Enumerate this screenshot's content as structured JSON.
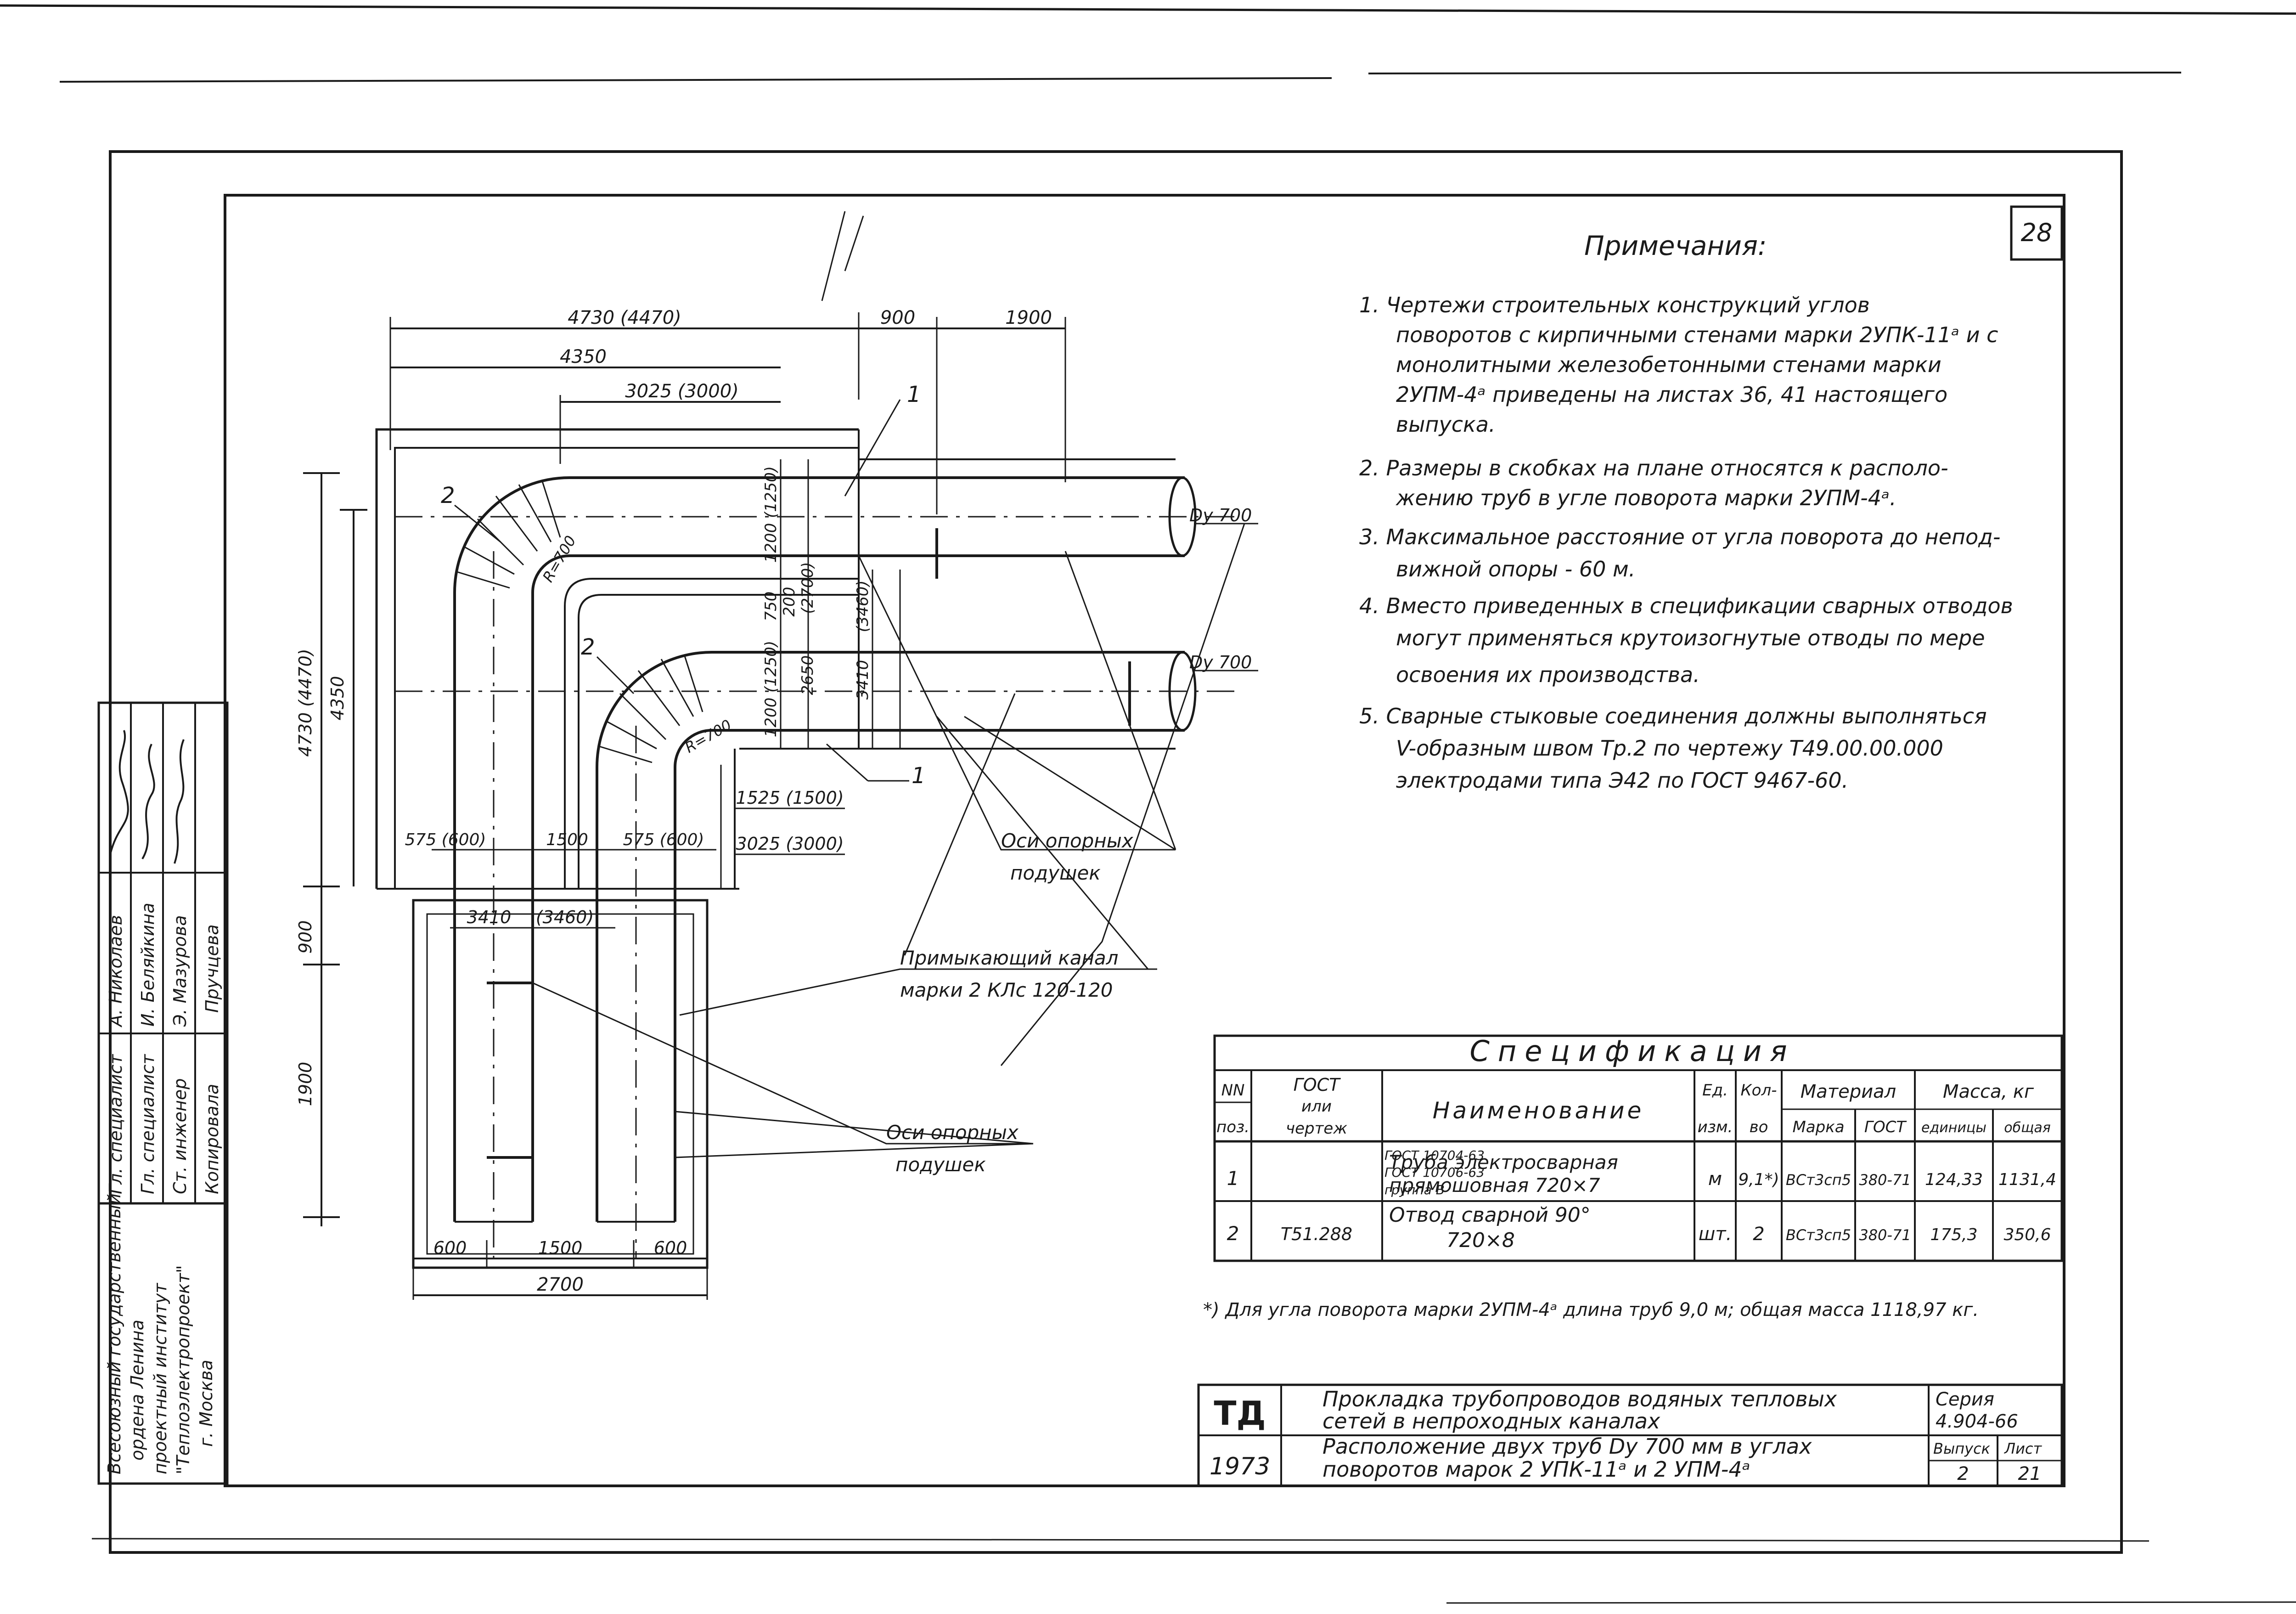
{
  "sheet_corner_number": "28",
  "notes": {
    "title": "Примечания:",
    "items": [
      [
        "1. Чертежи строительных конструкций углов",
        "поворотов с кирпичными стенами марки 2УПК-11ᵃ и с",
        "монолитными железобетонными стенами марки",
        "2УПМ-4ᵃ приведены на листах 36, 41 настоящего",
        "выпуска."
      ],
      [
        "2. Размеры в скобках на плане относятся к располо-",
        "жению труб в угле поворота марки 2УПМ-4ᵃ."
      ],
      [
        "3. Максимальное расстояние от угла поворота до непод-",
        "вижной опоры - 60 м."
      ],
      [
        "4. Вместо приведенных в спецификации сварных отводов",
        "могут применяться крутоизогнутые отводы по мере",
        "освоения их производства."
      ],
      [
        "5. Сварные стыковые соединения должны выполняться",
        "V-образным швом Тр.2 по чертежу Т49.00.00.000",
        "электродами типа Э42 по ГОСТ 9467-60."
      ]
    ]
  },
  "plan": {
    "dims_top": [
      "4730 (4470)",
      "4350",
      "3025 (3000)",
      "900",
      "1900"
    ],
    "dims_left": [
      "4730 (4470)",
      "4350",
      "900",
      "1900"
    ],
    "dims_inner": [
      "1200 (1250)",
      "750",
      "200",
      "(2700)",
      "(3460)",
      "3410",
      "1200 (1250)",
      "2650",
      "1525 (1500)",
      "3025 (3000)",
      "575 (600)",
      "1500",
      "575 (600)",
      "3410",
      "(3460)"
    ],
    "dims_bottom": [
      "600",
      "1500",
      "600",
      "2700"
    ],
    "radius_labels": [
      "R=700",
      "R=700"
    ],
    "pipe_labels": [
      "Dу 700",
      "Dу 700"
    ],
    "callouts": [
      "1",
      "2",
      "2",
      "1"
    ],
    "leaders": {
      "axis_cushions_1": [
        "Оси опорных",
        "подушек"
      ],
      "channel": [
        "Примыкающий канал",
        "марки 2 КЛс 120-120"
      ],
      "axis_cushions_2": [
        "Оси опорных",
        "подушек"
      ]
    }
  },
  "spec": {
    "title": "Спецификация",
    "headers": {
      "nn": "NN",
      "poz": "поз.",
      "gost": [
        "ГОСТ",
        "или",
        "чертеж"
      ],
      "name": "Наименование",
      "unit": [
        "Ед.",
        "изм."
      ],
      "qty": [
        "Кол-",
        "во"
      ],
      "material": "Материал",
      "marka": "Марка",
      "gost2": "ГОСТ",
      "mass": "Масса, кг",
      "unit_mass": "единицы",
      "total": "общая"
    },
    "rows": [
      {
        "n": "1",
        "gost": [
          "ГОСТ 10704-63",
          "ГОСТ 10706-63",
          "группа В"
        ],
        "name": [
          "Труба электросварная",
          "прямошовная 720×7"
        ],
        "unit": "м",
        "qty": "9,1*)",
        "marka": "ВСт3сп5",
        "gost2": "380-71",
        "unit_mass": "124,33",
        "total": "1131,4"
      },
      {
        "n": "2",
        "gost": [
          "Т51.288"
        ],
        "name": [
          "Отвод сварной 90°",
          "720×8"
        ],
        "unit": "шт.",
        "qty": "2",
        "marka": "ВСт3сп5",
        "gost2": "380-71",
        "unit_mass": "175,3",
        "total": "350,6"
      }
    ],
    "footnote": "*) Для угла поворота марки 2УПМ-4ᵃ длина труб 9,0 м; общая масса 1118,97 кг."
  },
  "title_block": {
    "code": "ТД",
    "year": "1973",
    "title1": [
      "Прокладка трубопроводов водяных тепловых",
      "сетей в непроходных каналах"
    ],
    "title2": [
      "Расположение двух труб Dу 700 мм в углах",
      "поворотов марок 2 УПК-11ᵃ и 2 УПМ-4ᵃ"
    ],
    "series_label": "Серия",
    "series": "4.904-66",
    "issue_label": "Выпуск",
    "issue": "2",
    "sheet_label": "Лист",
    "sheet": "21"
  },
  "stamp": {
    "org": [
      "Всесоюзный государственный",
      "ордена Ленина",
      "проектный институт",
      "\"Теплоэлектропроект\"",
      "г. Москва"
    ],
    "roles": [
      "Гл. специалист",
      "Гл. специалист",
      "Ст. инженер",
      "Копировала"
    ],
    "names": [
      "А. Николаев",
      "И. Беляйкина",
      "Э. Мазурова",
      "Пручцева"
    ]
  }
}
